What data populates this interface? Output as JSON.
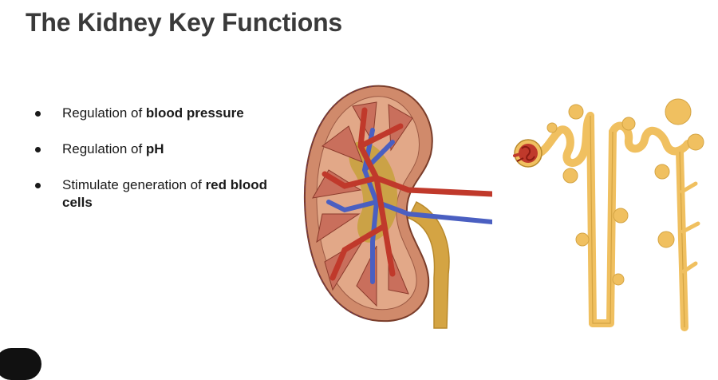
{
  "slide": {
    "title": "The Kidney Key Functions",
    "bullets": [
      {
        "prefix": "Regulation of ",
        "bold": "blood pressure"
      },
      {
        "prefix": "Regulation of ",
        "bold": "pH"
      },
      {
        "prefix": "Stimulate generation of ",
        "bold": "red blood cells"
      }
    ]
  },
  "illustrations": {
    "kidney": "kidney-cross-section",
    "nephron": "nephron-diagram"
  },
  "colors": {
    "title": "#3a3a3a",
    "cortex": "#d08a6b",
    "pyramid": "#c96f5c",
    "artery": "#c0392b",
    "vein": "#4a5fc1",
    "ureter": "#d4a443",
    "nephron": "#f0c060"
  }
}
